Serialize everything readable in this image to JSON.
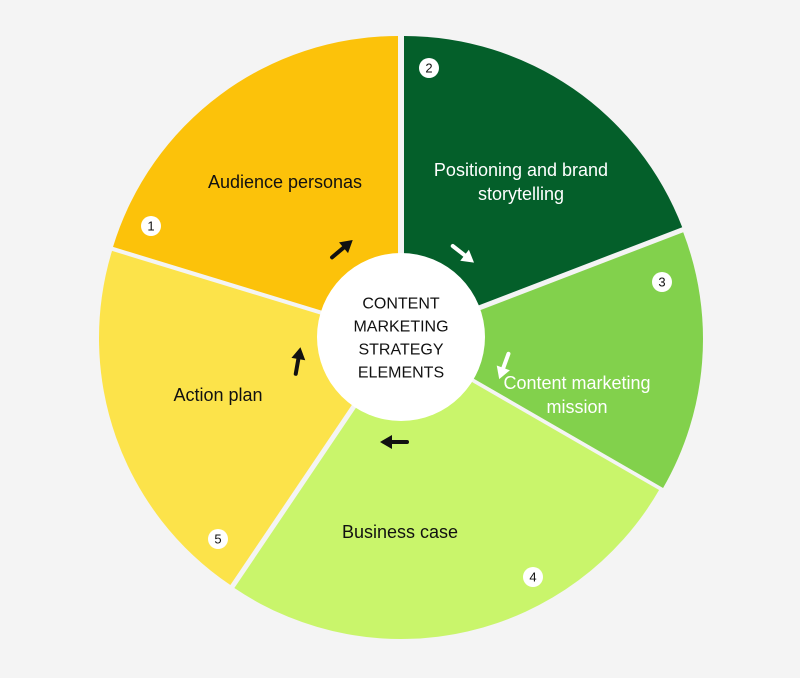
{
  "diagram": {
    "center_lines": [
      "CONTENT",
      "MARKETING",
      "STRATEGY",
      "ELEMENTS"
    ],
    "segments": [
      {
        "number": "1",
        "label_lines": [
          "Audience personas"
        ],
        "color": "#fcc20a",
        "text_color": "#111111"
      },
      {
        "number": "2",
        "label_lines": [
          "Positioning and brand",
          "storytelling"
        ],
        "color": "#045f2a",
        "text_color": "#ffffff"
      },
      {
        "number": "3",
        "label_lines": [
          "Content marketing",
          "mission"
        ],
        "color": "#82d14c",
        "text_color": "#ffffff"
      },
      {
        "number": "4",
        "label_lines": [
          "Business case"
        ],
        "color": "#c9f56b",
        "text_color": "#111111"
      },
      {
        "number": "5",
        "label_lines": [
          "Action plan"
        ],
        "color": "#fce34a",
        "text_color": "#111111"
      }
    ],
    "arrow_colors": [
      "#111111",
      "#ffffff",
      "#ffffff",
      "#111111",
      "#111111"
    ],
    "badge_color": "#ffffff",
    "background": "#f4f4f4"
  }
}
